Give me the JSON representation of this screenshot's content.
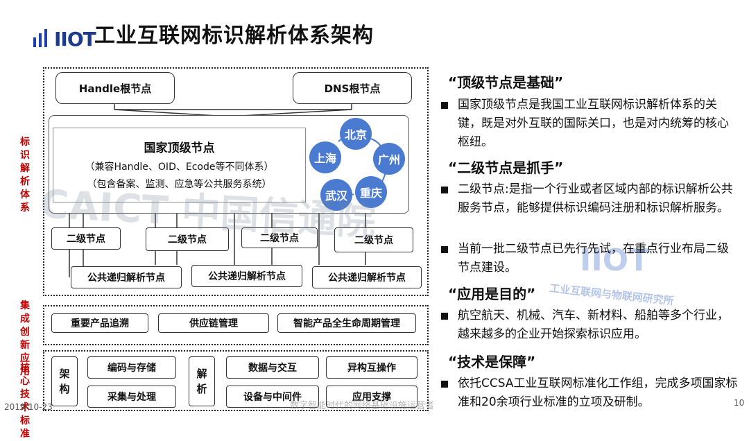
{
  "title": "工业互联网标识解析体系架构",
  "logo": {
    "text": "IIOT"
  },
  "side_labels": {
    "resolution": "标识解析体系",
    "integration": "集成创新应用",
    "core": "核心技术标准"
  },
  "root_nodes": {
    "handle": "Handle根节点",
    "dns": "DNS根节点"
  },
  "national_node": {
    "title": "国家顶级节点",
    "line1": "（兼容Handle、OID、Ecode等不同体系）",
    "line2": "（包含备案、监测、应急等公共服务系统）"
  },
  "cities": [
    "北京",
    "广州",
    "重庆",
    "武汉",
    "上海"
  ],
  "secondary_nodes": [
    "二级节点",
    "二级节点",
    "二级节点",
    "二级节点"
  ],
  "recursive_nodes": [
    "公共递归解析节点",
    "公共递归解析节点",
    "公共递归解析节点"
  ],
  "applications": [
    "重要产品追溯",
    "供应链管理",
    "智能产品全生命周期管理"
  ],
  "core_tech": {
    "architecture": "架构",
    "encoding": "编码与存储",
    "collection": "采集与处理",
    "resolution": "解析",
    "data_exchange": "数据与交互",
    "devices": "设备与中间件",
    "heterogeneous": "异构互操作",
    "app_support": "应用支撑"
  },
  "right_panel": [
    {
      "heading": "“顶级节点是基础”",
      "text": "国家顶级节点是我国工业互联网标识解析体系的关键，既是对外互联的国际关口，也是对内统筹的核心枢纽。"
    },
    {
      "heading": "“二级节点是抓手”",
      "text": "二级节点:是指一个行业或者区域内部的标识解析公共服务节点，能够提供标识编码注册和标识解析服务。",
      "text2": "当前一批二级节点已先行先试，在重点行业布局二级节点建设。"
    },
    {
      "heading": "“应用是目的”",
      "text": "航空航天、机械、汽车、新材料、船舶等多个行业，越来越多的企业开始探索标识应用。"
    },
    {
      "heading": "“技术是保障”",
      "text": "依托CCSA工业互联网标准化工作组，完成多项国家标准和20余项行业标准的立项及研制。"
    }
  ],
  "watermark": {
    "text": "CAICT 中国信通院",
    "logo": "IIOT",
    "caption": "工业互联网与物联网研究所"
  },
  "footer": {
    "date": "2019-10-23",
    "subtitle": "数字智能时代的网络基础设施运营者",
    "page": "10"
  }
}
